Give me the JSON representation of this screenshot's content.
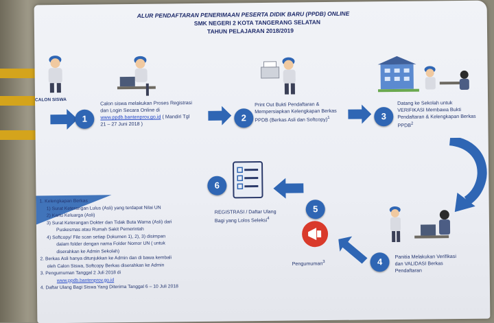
{
  "poster": {
    "title_line1": "ALUR PENDAFTARAN PENERIMAAN PESERTA DIDIK BARU (PPDB) ONLINE",
    "title_line2": "SMK NEGERI 2 KOTA TANGERANG SELATAN",
    "title_line3": "TAHUN PELAJARAN 2018/2019",
    "calon_siswa": "CALON SISWA",
    "steps": [
      {
        "num": "1",
        "text_a": "Calon siswa melakukan Proses Registrasi",
        "text_b": "dan Login Secara Online di",
        "link": "www.ppdb.bantenprov.go.id",
        "text_c": "( Mandiri Tgl",
        "text_d": "21 – 27 Juni 2018 )"
      },
      {
        "num": "2",
        "text_a": "Print Out Bukti Pendaftaran &",
        "text_b": "Mempersiapkan Kelengkapan Berkas",
        "text_c": "PPDB (Berkas Asli dan Softcopy)",
        "sup": "1"
      },
      {
        "num": "3",
        "text_a": "Datang ke Sekolah untuk",
        "text_b": "VERIFIKASI Membawa Bukti",
        "text_c": "Pendaftaran & Kelengkapan Berkas",
        "text_d": "PPDB",
        "sup": "2"
      },
      {
        "num": "4",
        "text_a": "Panitia Melakukan Verifikasi",
        "text_b": "dan VALIDASI Berkas",
        "text_c": "Pendaftaran"
      },
      {
        "num": "5",
        "text_a": "Pengumuman",
        "sup": "3"
      },
      {
        "num": "6",
        "text_a": "REGISTRASI / Daftar Ulang",
        "text_b": "Bagi yang Lolos Seleksi",
        "sup": "4"
      }
    ],
    "requirements": {
      "heading": "1.  Kelengkapan Berkas",
      "item1a": "1)    Surat Keterangan Lulus (Asli) yang terdapat Nilai UN",
      "item2": "2)    Kartu Keluarga (Asli)",
      "item3a": "3)    Surat Keterangan Dokter dan Tidak Buta Warna (Asli) dari",
      "item3b": "Puskesmas atau Rumah Sakit Pemerintah",
      "item4a": "4)    Softcopy/ File scan setiap Dokumen 1), 2), 3) disimpan",
      "item4b": "dalam folder dengan nama Folder Nomor UN ( untuk",
      "item4c": "diserahkan ke Admin Sekolah)",
      "note2a": "2.  Berkas Asli hanya ditunjukkan ke Admin dan di bawa kembali",
      "note2b": "oleh Calon Siswa, Softcopy Berkas diserahkan ke Admin",
      "note3a": "3.  Pengumuman Tanggal 2 Juli 2018 di",
      "note3link": "www.ppdb.bantenprov.go.id",
      "note4": "4.  Daftar Ulang Bagi Siswa Yang Diterima Tanggal 6 – 10 Juli 2018"
    }
  },
  "colors": {
    "accent_blue": "#2f66b4",
    "title_navy": "#1d2a6a",
    "announce_red": "#d93a2b",
    "wall_rail": "#d4a41c"
  }
}
